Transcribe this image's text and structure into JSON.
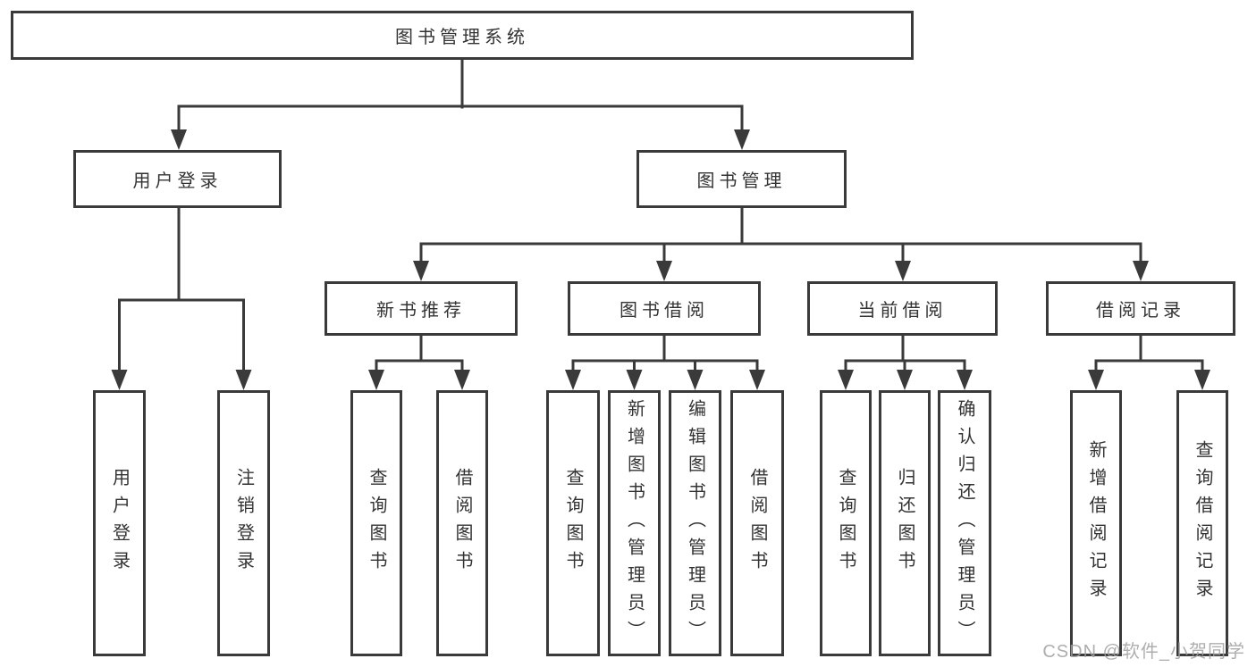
{
  "tree": {
    "label": "图书管理系统",
    "children": [
      {
        "label": "用户登录",
        "children": [
          {
            "label": "用户登录"
          },
          {
            "label": "注销登录"
          }
        ]
      },
      {
        "label": "图书管理",
        "children": [
          {
            "label": "新书推荐",
            "children": [
              {
                "label": "查询图书"
              },
              {
                "label": "借阅图书"
              }
            ]
          },
          {
            "label": "图书借阅",
            "children": [
              {
                "label": "查询图书"
              },
              {
                "label": "新增图书（管理员）"
              },
              {
                "label": "编辑图书（管理员）"
              },
              {
                "label": "借阅图书"
              }
            ]
          },
          {
            "label": "当前借阅",
            "children": [
              {
                "label": "查询图书"
              },
              {
                "label": "归还图书"
              },
              {
                "label": "确认归还（管理员）"
              }
            ]
          },
          {
            "label": "借阅记录",
            "children": [
              {
                "label": "新增借阅记录"
              },
              {
                "label": "查询借阅记录"
              }
            ]
          }
        ]
      }
    ]
  },
  "watermark": {
    "text": "CSDN @软件_小贺同学"
  },
  "colors": {
    "line": "#3a3a3a",
    "text": "#333333",
    "background": "#ffffff",
    "watermark": "#a0a0a0"
  }
}
